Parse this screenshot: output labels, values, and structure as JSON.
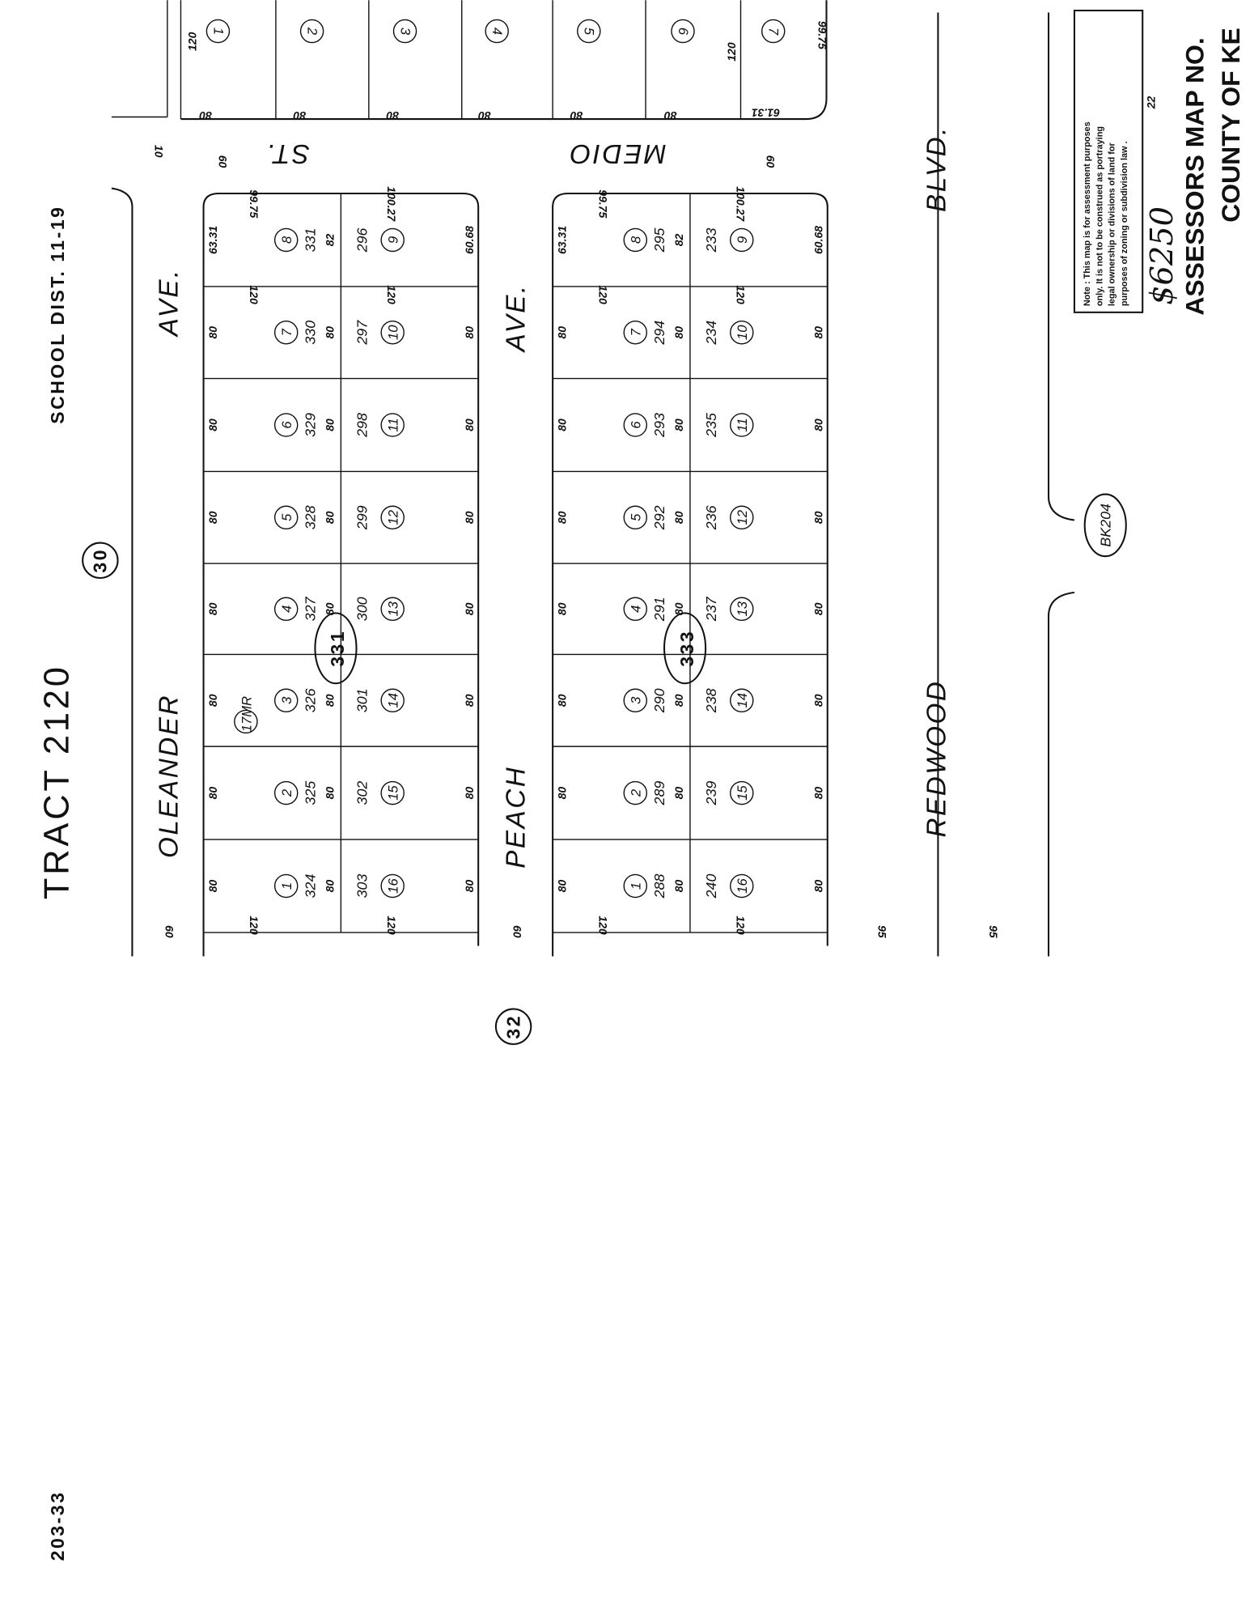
{
  "header": {
    "tract": "TRACT 2120",
    "school_district": "SCHOOL DIST. 11-19",
    "page_number": "203-33"
  },
  "book_circles": {
    "north": "30",
    "south": "32",
    "book_ref": "BK204"
  },
  "streets": {
    "oleander": "OLEANDER",
    "oleander_suffix": "AVE.",
    "peach": "PEACH",
    "peach_suffix": "AVE.",
    "redwood": "REDWOOD",
    "redwood_suffix": "BLVD.",
    "medio": "MEDIO",
    "medio_suffix": "ST."
  },
  "map_reference": "17MR",
  "blocks": [
    {
      "block": "331",
      "left_lots": [
        {
          "lot": "1",
          "apn": "324"
        },
        {
          "lot": "2",
          "apn": "325"
        },
        {
          "lot": "3",
          "apn": "326"
        },
        {
          "lot": "4",
          "apn": "327"
        },
        {
          "lot": "5",
          "apn": "328"
        },
        {
          "lot": "6",
          "apn": "329"
        },
        {
          "lot": "7",
          "apn": "330"
        },
        {
          "lot": "8",
          "apn": "331"
        }
      ],
      "right_lots": [
        {
          "lot": "16",
          "apn": "303"
        },
        {
          "lot": "15",
          "apn": "302"
        },
        {
          "lot": "14",
          "apn": "301"
        },
        {
          "lot": "13",
          "apn": "300"
        },
        {
          "lot": "12",
          "apn": "299"
        },
        {
          "lot": "11",
          "apn": "298"
        },
        {
          "lot": "10",
          "apn": "297"
        },
        {
          "lot": "9",
          "apn": "296"
        }
      ]
    },
    {
      "block": "333",
      "left_lots": [
        {
          "lot": "1",
          "apn": "288"
        },
        {
          "lot": "2",
          "apn": "289"
        },
        {
          "lot": "3",
          "apn": "290"
        },
        {
          "lot": "4",
          "apn": "291"
        },
        {
          "lot": "5",
          "apn": "292"
        },
        {
          "lot": "6",
          "apn": "293"
        },
        {
          "lot": "7",
          "apn": "294"
        },
        {
          "lot": "8",
          "apn": "295"
        }
      ],
      "right_lots": [
        {
          "lot": "16",
          "apn": "240"
        },
        {
          "lot": "15",
          "apn": "239"
        },
        {
          "lot": "14",
          "apn": "238"
        },
        {
          "lot": "13",
          "apn": "237"
        },
        {
          "lot": "12",
          "apn": "236"
        },
        {
          "lot": "11",
          "apn": "235"
        },
        {
          "lot": "10",
          "apn": "234"
        },
        {
          "lot": "9",
          "apn": "233"
        }
      ]
    }
  ],
  "dimensions": {
    "lot_width": "80",
    "lot_depth": "120",
    "corner_top_left": "63.31",
    "corner_top_right": "60.68",
    "corner_lot_width": "82",
    "block_end_left": "99.75",
    "block_end_right": "100.27",
    "street_width": "60",
    "blvd_width": "95",
    "top_corner": "61.31",
    "top_end": "99.75",
    "alley": "10"
  },
  "top_block_lots": [
    "1",
    "2",
    "3",
    "4",
    "5",
    "6",
    "7"
  ],
  "note": {
    "lines": [
      "Note : This map is for assessment purposes",
      "only. It is not to be construed as portraying",
      "legal ownership or divisions of land for",
      "purposes of zoning or subdivision law ."
    ]
  },
  "fee": "$6250",
  "fee_suffix": "22",
  "footer": {
    "title": "ASSESSORS MAP NO.",
    "county": "COUNTY OF KE"
  }
}
